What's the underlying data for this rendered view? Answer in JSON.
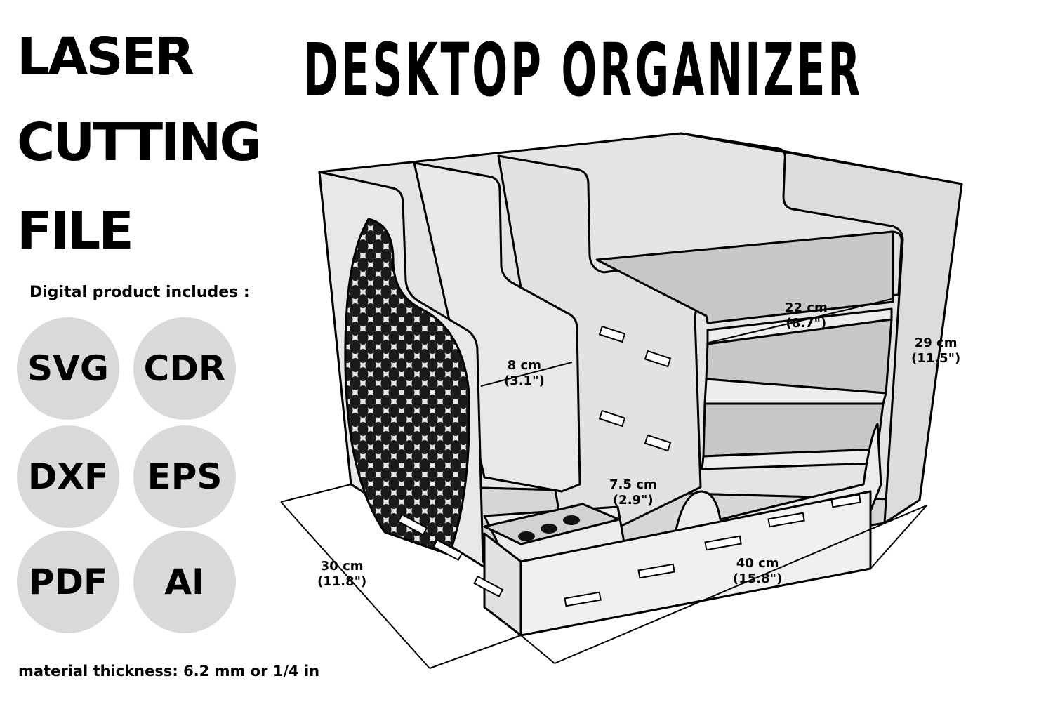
{
  "header": {
    "left_title_lines": [
      "LASER",
      "CUTTING",
      "FILE"
    ],
    "main_title": "DESKTOP ORGANIZER"
  },
  "includes_label": "Digital product includes :",
  "formats": [
    "SVG",
    "CDR",
    "DXF",
    "EPS",
    "PDF",
    "AI"
  ],
  "dimensions": {
    "depth": {
      "metric": "30 cm",
      "imperial": "(11.8\")"
    },
    "width": {
      "metric": "40 cm",
      "imperial": "(15.8\")"
    },
    "height": {
      "metric": "29 cm",
      "imperial": "(11.5\")"
    },
    "shelf": {
      "metric": "22 cm",
      "imperial": "(8.7\")"
    },
    "slot": {
      "metric": "8 cm",
      "imperial": "(3.1\")"
    },
    "tray": {
      "metric": "7.5 cm",
      "imperial": "(2.9\")"
    }
  },
  "footer": "material thickness: 6.2 mm or 1/4 in",
  "colors": {
    "panel": "#e8e8e8",
    "panel_dark": "#cfcfcf",
    "badge": "#d9d9d9",
    "line": "#000000"
  }
}
